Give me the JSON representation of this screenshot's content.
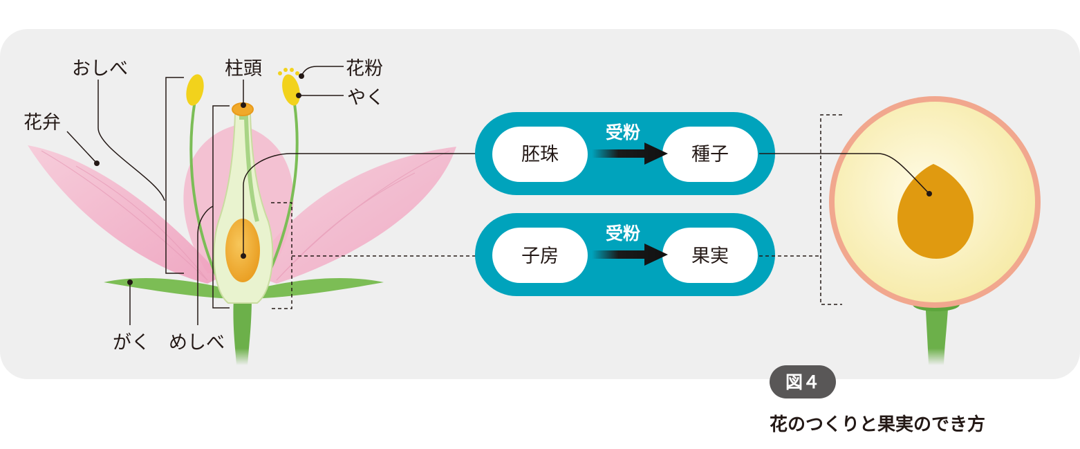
{
  "labels": {
    "stamen": "おしべ",
    "stigma": "柱頭",
    "pollen": "花粉",
    "anther": "やく",
    "petal": "花弁",
    "sepal": "がく",
    "pistil": "めしべ"
  },
  "flow": [
    {
      "from": "胚珠",
      "arrow_label": "受粉",
      "to": "種子"
    },
    {
      "from": "子房",
      "arrow_label": "受粉",
      "to": "果実"
    }
  ],
  "figure": {
    "badge": "図４",
    "caption": "花のつくりと果実のでき方"
  },
  "colors": {
    "panel": "#efefef",
    "flow_band": "#00a3bc",
    "petal": "#f5bfd2",
    "stem": "#6cb04a",
    "anther": "#f2d21c",
    "ovary": "#f0a92a",
    "fruit_rim": "#f1a78e",
    "fruit_flesh": "#fbf5d6",
    "seed": "#e09a10",
    "badge": "#595757"
  }
}
